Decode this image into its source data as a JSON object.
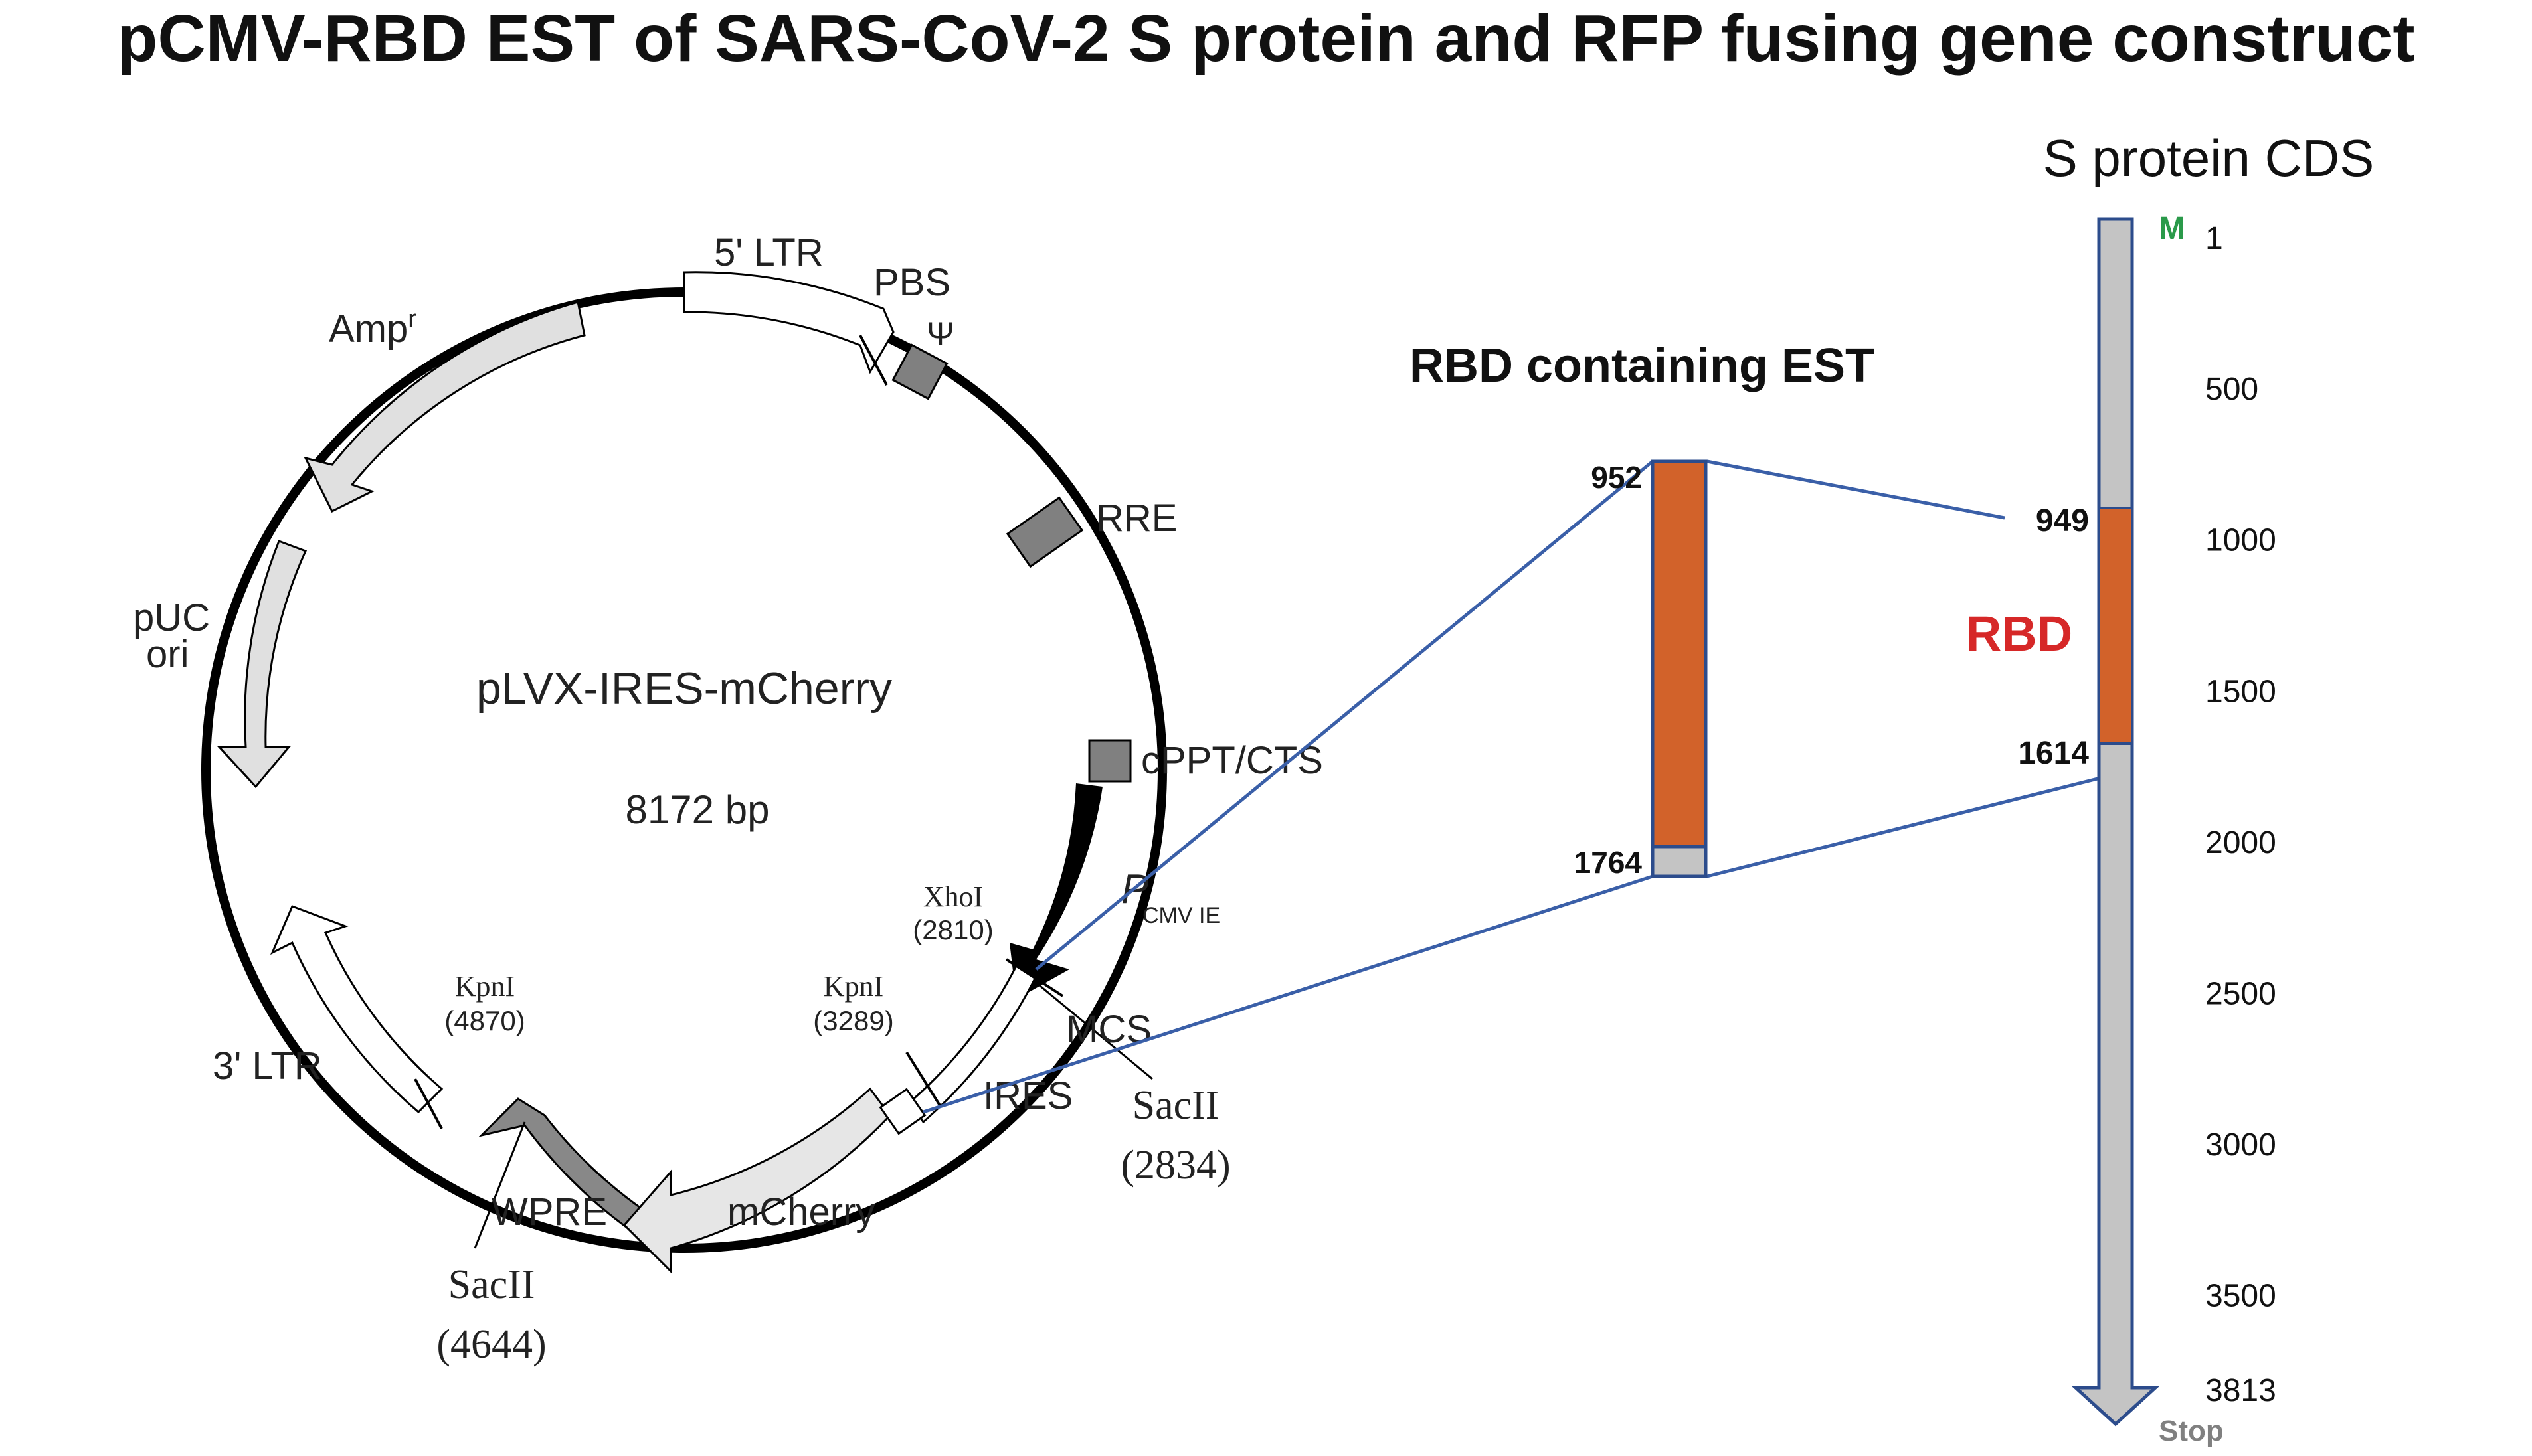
{
  "title": "pCMV-RBD EST of SARS-CoV-2 S protein and RFP fusing gene construct",
  "plasmid": {
    "name": "pLVX-IRES-mCherry",
    "size": "8172 bp",
    "features": {
      "ltr5": "5' LTR",
      "pbs": "PBS",
      "psi": "Ψ",
      "rre": "RRE",
      "cppt": "cPPT/CTS",
      "pcmv_p": "P",
      "pcmv_sub": "CMV IE",
      "mcs": "MCS",
      "ires": "IRES",
      "mcherry": "mCherry",
      "wpre": "WPRE",
      "ltr3": "3' LTR",
      "puc1": "pUC",
      "puc2": "ori",
      "amp": "Amp",
      "amp_sup": "r"
    },
    "sites": {
      "xhoi_name": "XhoI",
      "xhoi_pos": "(2810)",
      "kpni1_name": "KpnI",
      "kpni1_pos": "(3289)",
      "kpni2_name": "KpnI",
      "kpni2_pos": "(4870)",
      "sacii1_name": "SacII",
      "sacii1_pos": "(2834)",
      "sacii2_name": "SacII",
      "sacii2_pos": "(4644)"
    }
  },
  "est": {
    "title": "RBD containing EST",
    "start": "952",
    "end": "1764"
  },
  "cds": {
    "title": "S protein CDS",
    "start_label": "M",
    "stop_label": "Stop",
    "rbd_label": "RBD",
    "rbd_start": "949",
    "rbd_end": "1614",
    "ticks": [
      "1",
      "500",
      "1000",
      "1500",
      "2000",
      "2500",
      "3000",
      "3500",
      "3813"
    ]
  },
  "colors": {
    "rbd": "#d2622a",
    "bar": "#c4c4c4",
    "connector": "#3a5fa8",
    "rbd_text": "#d62828",
    "start_text": "#2a9a4a",
    "stop_text": "#808080"
  }
}
